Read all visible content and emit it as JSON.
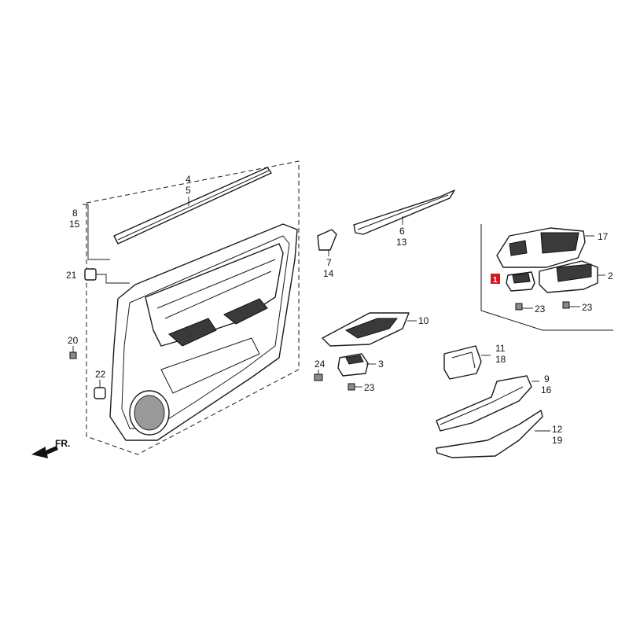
{
  "labels": {
    "l4": "4",
    "l5": "5",
    "l8": "8",
    "l15": "15",
    "l21": "21",
    "l20": "20",
    "l22": "22",
    "l24": "24",
    "l3": "3",
    "l23a": "23",
    "l7": "7",
    "l14": "14",
    "l6": "6",
    "l13": "13",
    "l10": "10",
    "l11": "11",
    "l18": "18",
    "l9": "9",
    "l16": "16",
    "l12": "12",
    "l19": "19",
    "l17": "17",
    "l2": "2",
    "l23b": "23",
    "l23c": "23",
    "l1": "1"
  },
  "front_label": "FR.",
  "highlight_color": "#d7191f"
}
